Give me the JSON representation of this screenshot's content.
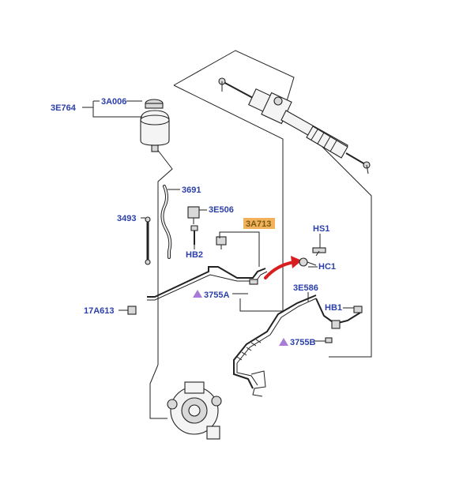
{
  "labels": {
    "l_3e764": "3E764",
    "l_3a006": "3A006",
    "l_3691": "3691",
    "l_3e506": "3E506",
    "l_3493": "3493",
    "l_3a713": "3A713",
    "l_hb2": "HB2",
    "l_hs1": "HS1",
    "l_hc1": "HC1",
    "l_3755a": "3755A",
    "l_3e586": "3E586",
    "l_17a613": "17A613",
    "l_hb1": "HB1",
    "l_3755b": "3755B"
  },
  "colors": {
    "label_text": "#2b3fa8",
    "highlight_fill": "#f2b25c",
    "arrow": "#d81e1e",
    "marker": "#a77bd6"
  }
}
